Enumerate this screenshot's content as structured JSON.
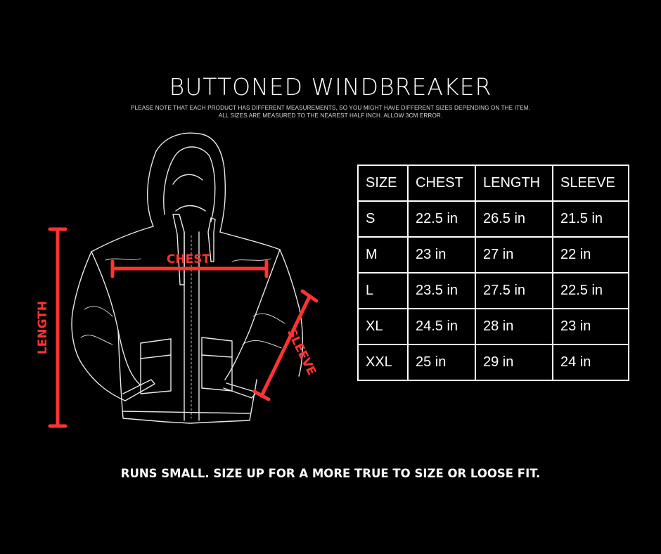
{
  "header": {
    "title": "BUTTONED WINDBREAKER",
    "note_line1": "PLEASE NOTE THAT EACH PRODUCT HAS DIFFERENT MEASUREMENTS, SO YOU MIGHT HAVE DIFFERENT SIZES DEPENDING ON THE ITEM.",
    "note_line2": "ALL SIZES ARE MEASURED TO THE NEAREST HALF INCH. ALLOW 3CM ERROR."
  },
  "illustration": {
    "labels": {
      "length": "LENGTH",
      "chest": "CHEST",
      "sleeve": "SLEEVE"
    },
    "accent_color": "#ff3333"
  },
  "size_table": {
    "headers": [
      "SIZE",
      "CHEST",
      "LENGTH",
      "SLEEVE"
    ],
    "rows": [
      [
        "S",
        "22.5 in",
        "26.5 in",
        "21.5 in"
      ],
      [
        "M",
        "23 in",
        "27 in",
        "22 in"
      ],
      [
        "L",
        "23.5 in",
        "27.5 in",
        "22.5 in"
      ],
      [
        "XL",
        "24.5 in",
        "28 in",
        "23 in"
      ],
      [
        "XXL",
        "25 in",
        "29 in",
        "24 in"
      ]
    ]
  },
  "footer": {
    "fit_note": "RUNS SMALL. SIZE UP FOR A MORE TRUE TO SIZE OR LOOSE FIT."
  }
}
